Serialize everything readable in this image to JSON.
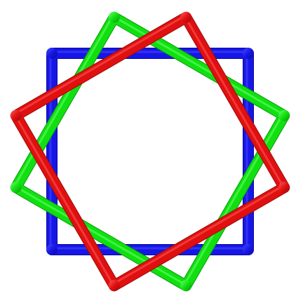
{
  "figure": {
    "background": "#ffffff",
    "frames": [
      {
        "name": "blue-square-frame",
        "color": "#1616e6",
        "highlight": "#4a4aff",
        "shade": "#0a0a9a",
        "rotation_deg": 0
      },
      {
        "name": "green-square-frame",
        "color": "#10e010",
        "highlight": "#6cff6c",
        "shade": "#0a9a0a",
        "rotation_deg": 30
      },
      {
        "name": "red-square-frame",
        "color": "#e01010",
        "highlight": "#ff5a5a",
        "shade": "#9a0a0a",
        "rotation_deg": 60
      }
    ]
  }
}
